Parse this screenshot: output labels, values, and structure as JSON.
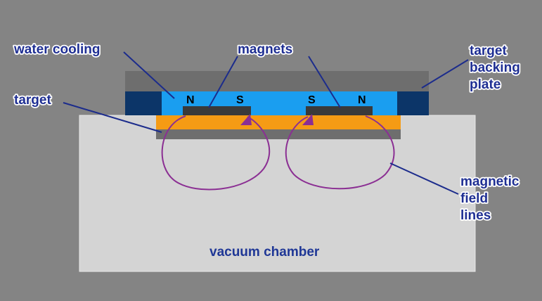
{
  "labels": {
    "water_cooling": "water cooling",
    "magnets": "magnets",
    "target_backing_plate": [
      "target",
      "backing",
      "plate"
    ],
    "target": "target",
    "magnetic_field_lines": [
      "magnetic",
      "field",
      "lines"
    ],
    "vacuum_chamber": "vacuum chamber"
  },
  "poles": {
    "left_magnet": [
      "N",
      "S"
    ],
    "right_magnet": [
      "S",
      "N"
    ]
  },
  "colors": {
    "background": "#848484",
    "chamber": "#d4d4d4",
    "backing_plate": "#6e6e6e",
    "water": "#1a9ef0",
    "water_channel_ends": "#0c3568",
    "magnet": "#3a3a3a",
    "target": "#f59b14",
    "field_lines": "#8b2f93",
    "label_text": "#1f2f93",
    "leader_lines": "#1c2c8c"
  }
}
